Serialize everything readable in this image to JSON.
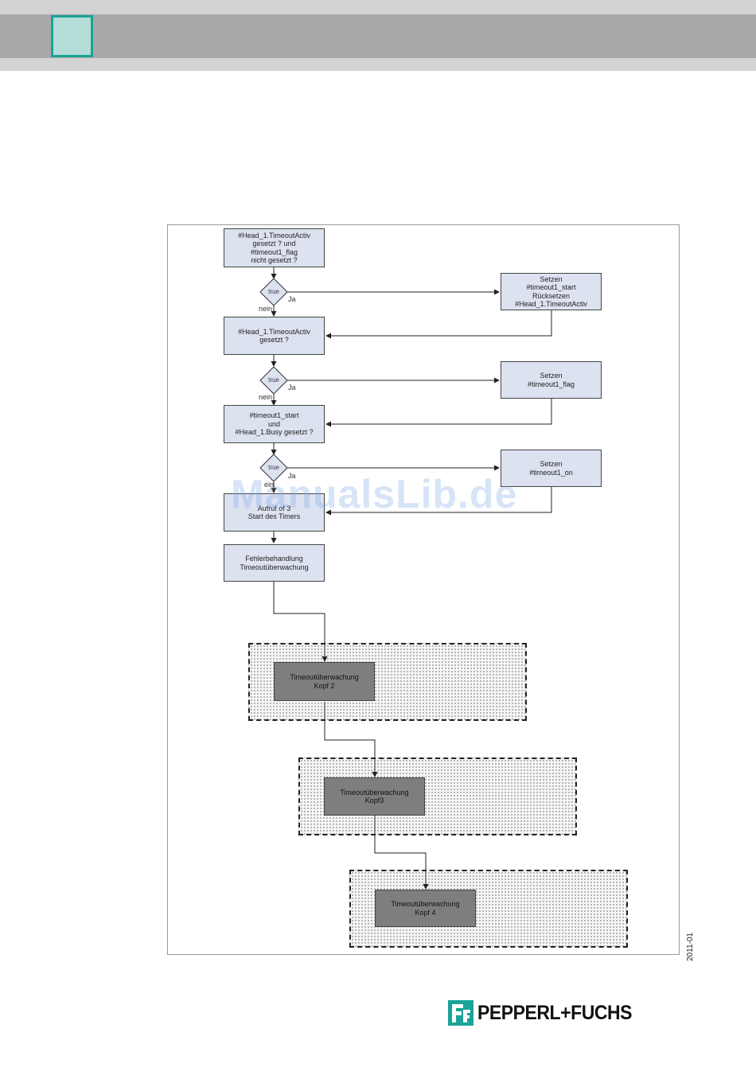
{
  "nodes": {
    "n1": "#Head_1.TimeoutActiv\ngesetzt ? und\n#timeout1_flag\nnicht gesetzt ?",
    "s1": "Setzen\n#timeout1_start\nRücksetzen\n#Head_1.TimeoutActiv",
    "n2": "#Head_1.TimeoutActiv\ngesetzt ?",
    "s2": "Setzen\n#timeout1_flag",
    "n3": "#timeout1_start\nund\n#Head_1.Busy gesetzt ?",
    "s3": "Setzen\n#timeout1_on",
    "n4": "Aufruf of 3\nStart des Timers",
    "n5": "Fehlerbehandlung\nTimeoutüberwachung",
    "k2": "Timeoutüberwachung\nKopf 2",
    "k3": "Timeoutüberwachung\nKopf3",
    "k4": "Timeoutüberwachung\nKopf 4"
  },
  "labels": {
    "decision": "true",
    "yes": "Ja",
    "no": "nein",
    "no_partial": "ein"
  },
  "watermark": "ManualsLib.de",
  "date_code": "2011-01",
  "brand": "PEPPERL+FUCHS",
  "colors": {
    "accent": "#1aa396",
    "node_fill": "#dde2f1",
    "dark_node_fill": "#7e7e7e",
    "header_gray": "#a9a9a9"
  }
}
